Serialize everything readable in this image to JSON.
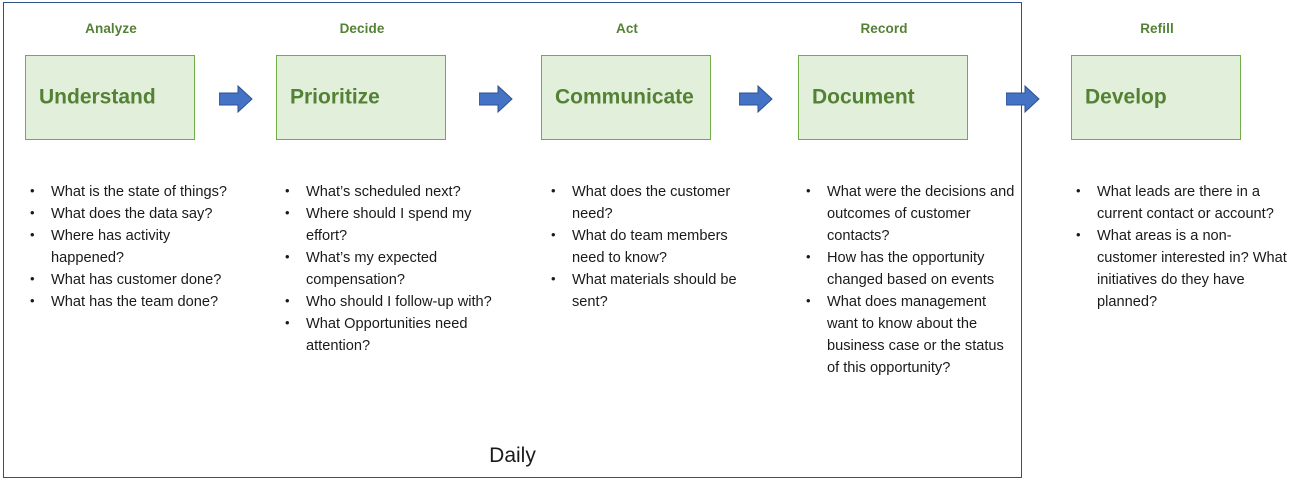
{
  "frame": {
    "caption": "Daily",
    "border_color": "#2E5284"
  },
  "colors": {
    "heading_green": "#548235",
    "box_fill": "#E2EFDA",
    "box_border": "#70AD47",
    "box_text": "#548235",
    "arrow_blue": "#4472C4",
    "body_text": "#1A1A1A"
  },
  "stages": [
    {
      "heading": "Analyze",
      "box_label": "Understand",
      "bullets": [
        "What is the state of things?",
        "What does the data say?",
        "Where has activity happened?",
        "What has customer done?",
        "What has the team done?"
      ]
    },
    {
      "heading": "Decide",
      "box_label": "Prioritize",
      "bullets": [
        "What’s scheduled next?",
        "Where should I spend my effort?",
        "What’s my expected compensation?",
        "Who should I follow-up with?",
        "What Opportunities need attention?"
      ]
    },
    {
      "heading": "Act",
      "box_label": "Communicate",
      "bullets": [
        "What does the customer need?",
        "What do team members need to know?",
        "What materials should be sent?"
      ]
    },
    {
      "heading": "Record",
      "box_label": "Document",
      "bullets": [
        "What were the decisions and outcomes of customer contacts?",
        "How has the opportunity changed based on events",
        "What does management want to know about the business case or the status of this opportunity?"
      ]
    },
    {
      "heading": "Refill",
      "box_label": "Develop",
      "bullets": [
        "What leads are there in a current contact or account?",
        "What areas is a non-customer interested in? What initiatives do they have planned?"
      ]
    }
  ],
  "arrows": [
    {
      "name": "arrow-analyze-to-decide"
    },
    {
      "name": "arrow-decide-to-act"
    },
    {
      "name": "arrow-act-to-record"
    },
    {
      "name": "arrow-record-to-refill"
    }
  ]
}
